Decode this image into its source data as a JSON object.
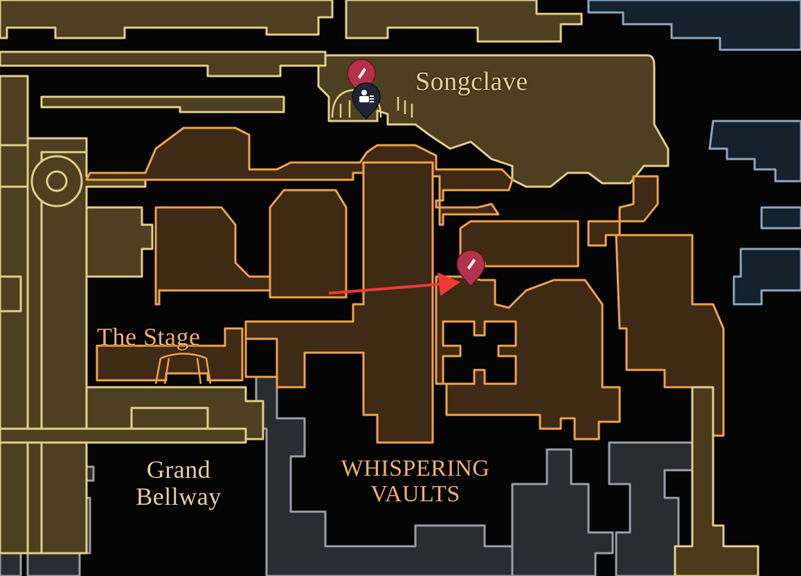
{
  "regions": {
    "songclave": {
      "label": "Songclave"
    },
    "the_stage": {
      "label": "The Stage"
    },
    "grand_bellway": {
      "label": "Grand Bellway"
    },
    "whispering_vaults": {
      "label": "WHISPERING VAULTS"
    }
  },
  "markers": [
    {
      "icon": "quill-pin-icon",
      "color": "#b3324a"
    },
    {
      "icon": "merchant-pin-icon",
      "color": "#1e2636"
    },
    {
      "icon": "quill-pin-icon",
      "color": "#b3324a"
    }
  ],
  "annotation": {
    "icon": "red-arrow-icon",
    "color": "#ee3a33"
  },
  "colors": {
    "background": "#050505",
    "songclave_fill": "#4d4020",
    "songclave_outline": "#e2cf8a",
    "vaults_fill": "#3f2a15",
    "vaults_outline": "#f0a347",
    "bellway_outline": "#9aa0a6",
    "blue_region_outline": "#8aa8bf",
    "label_gold": "#e8cf95",
    "label_orange": "#f2b25c"
  }
}
